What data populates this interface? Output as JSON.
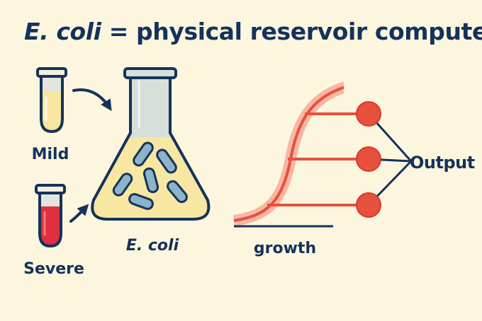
{
  "title": {
    "italic": "E. coli",
    "rest": " = physical reservoir computer"
  },
  "labels": {
    "mild": "Mild",
    "severe": "Severe",
    "flask": "E. coli",
    "growth": "growth",
    "output": "Output"
  },
  "colors": {
    "background": "#FCF6DF",
    "navy": "#14325A",
    "red": "#E8503E",
    "red_dark": "#D43A2F",
    "salmon": "#F7B7A3",
    "flask_liquid": "#F7E7A2",
    "bacteria": "#8DB3C8",
    "flask_glass": "#D7DFDA",
    "mild_tube": "#F8E6A0",
    "severe_tube": "#E0303E"
  },
  "icons": {
    "tube_mild": "test-tube-icon",
    "tube_severe": "test-tube-icon",
    "flask": "erlenmeyer-flask-icon",
    "bacteria": "rod-bacterium-icon"
  }
}
